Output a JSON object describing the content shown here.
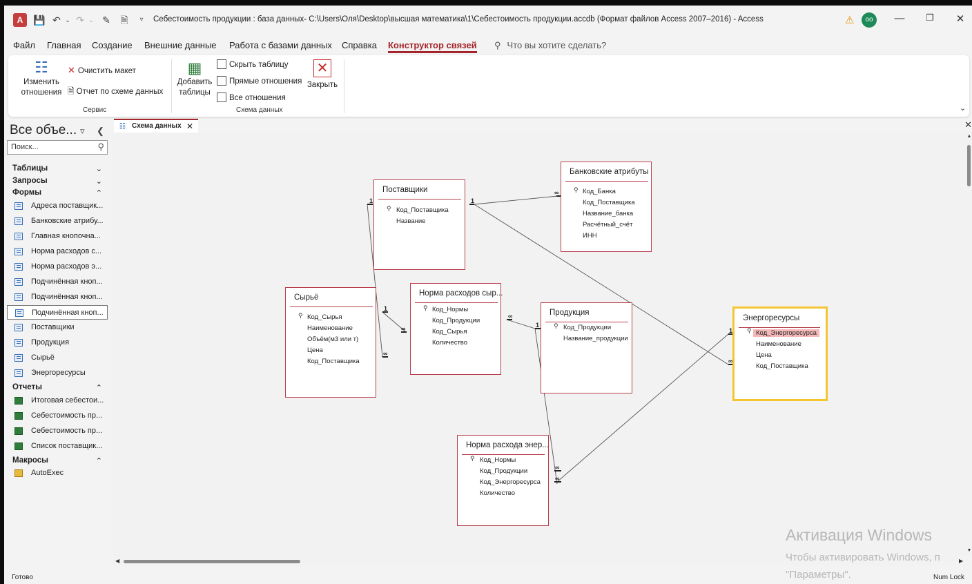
{
  "titlebar": {
    "title": "Себестоимость продукции : база данных- C:\\Users\\Оля\\Desktop\\высшая математика\\1\\Себестоимость продукции.accdb (Формат файлов Access 2007–2016)  -  Access",
    "user_initials": "oo"
  },
  "menu": {
    "items": [
      "Файл",
      "Главная",
      "Создание",
      "Внешние данные",
      "Работа с базами данных",
      "Справка",
      "Конструктор связей"
    ],
    "search": "Что вы хотите сделать?"
  },
  "ribbon": {
    "edit_rel": "Изменить\nотношения",
    "clear_layout": "Очистить макет",
    "report": "Отчет по схеме данных",
    "group_service": "Сервис",
    "add_tables": "Добавить\nтаблицы",
    "hide_table": "Скрыть таблицу",
    "direct_rel": "Прямые отношения",
    "all_rel": "Все отношения",
    "close": "Закрыть",
    "group_schema": "Схема данных"
  },
  "nav": {
    "title": "Все объе...",
    "search_placeholder": "Поиск...",
    "groups": [
      "Таблицы",
      "Запросы",
      "Формы",
      "Отчеты",
      "Макросы"
    ],
    "forms": [
      "Адреса поставщик...",
      "Банковские атрибу...",
      "Главная кнопочна...",
      "Норма расходов с...",
      "Норма расходов э...",
      "Подчинённая кноп...",
      "Подчинённая кноп...",
      "Подчинённая кноп...",
      "Поставщики",
      "Продукция",
      "Сырьё",
      "Энергоресурсы"
    ],
    "reports": [
      "Итоговая себестои...",
      "Себестоимость пр...",
      "Себестоимость пр...",
      "Список поставщик..."
    ],
    "macros": [
      "AutoExec"
    ]
  },
  "doc_tab": "Схема данных",
  "tables": {
    "postavshchiki": {
      "title": "Поставщики",
      "fields": [
        "Код_Поставщика",
        "Название"
      ]
    },
    "bank": {
      "title": "Банковские атрибуты",
      "fields": [
        "Код_Банка",
        "Код_Поставщика",
        "Название_банка",
        "Расчётный_счёт",
        "ИНН"
      ]
    },
    "syrye": {
      "title": "Сырьё",
      "fields": [
        "Код_Сырья",
        "Наименование",
        "Объём(м3 или т)",
        "Цена",
        "Код_Поставщика"
      ]
    },
    "norma_syr": {
      "title": "Норма расходов сыр...",
      "fields": [
        "Код_Нормы",
        "Код_Продукции",
        "Код_Сырья",
        "Количество"
      ]
    },
    "produkciya": {
      "title": "Продукция",
      "fields": [
        "Код_Продукции",
        "Название_продукции"
      ]
    },
    "energo": {
      "title": "Энергоресурсы",
      "fields": [
        "Код_Энергоресурса",
        "Наименование",
        "Цена",
        "Код_Поставщика"
      ]
    },
    "norma_en": {
      "title": "Норма расхода энер...",
      "fields": [
        "Код_Нормы",
        "Код_Продукции",
        "Код_Энергоресурса",
        "Количество"
      ]
    }
  },
  "rel_labels": {
    "one": "1",
    "many": "∞"
  },
  "status": {
    "left": "Готово",
    "right": "Num Lock"
  },
  "watermark": {
    "title": "Активация Windows",
    "line1": "Чтобы активировать Windows, п",
    "line2": "\"Параметры\"."
  }
}
